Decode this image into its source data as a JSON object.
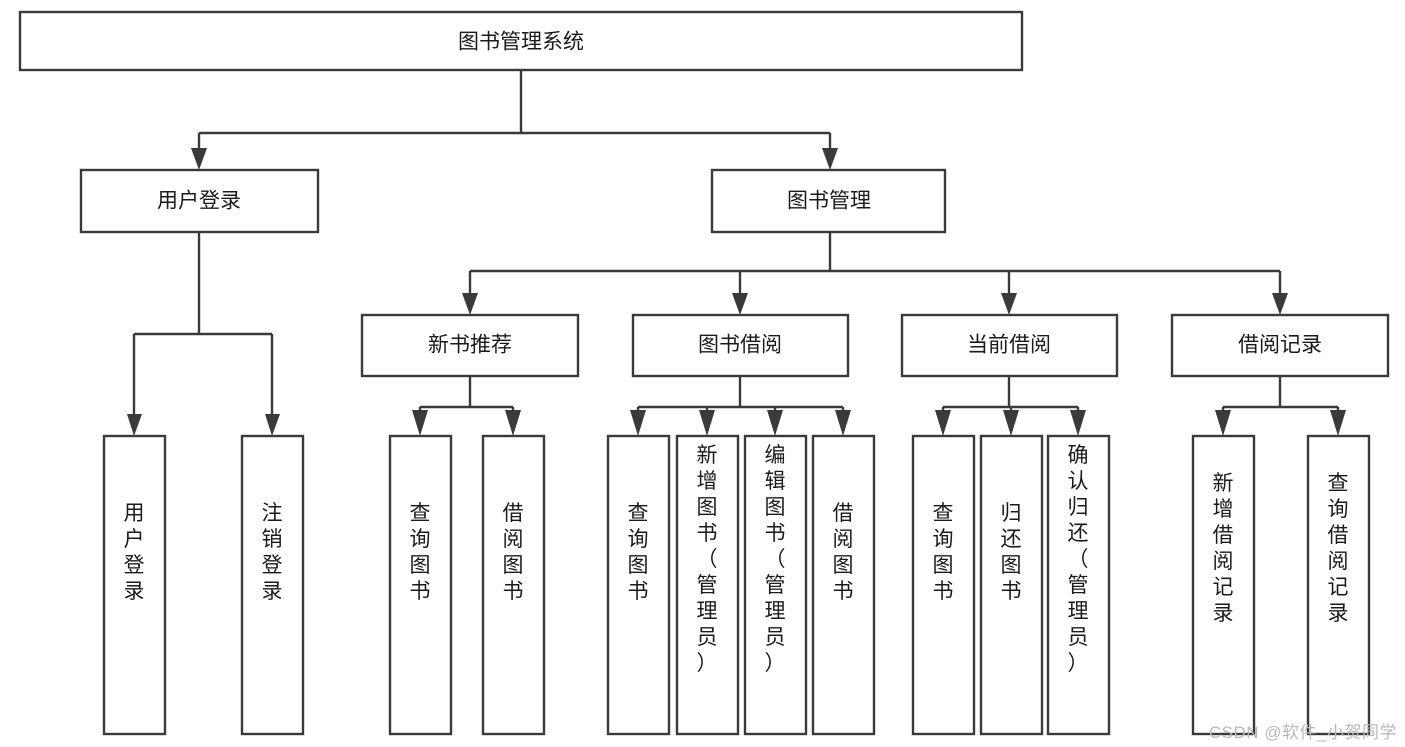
{
  "diagram": {
    "type": "tree",
    "title": "图书管理系统",
    "orientation": "top-down",
    "colors": {
      "stroke": "#3a3a3a",
      "fill": "#ffffff",
      "text": "#1b1b1b",
      "background": "#ffffff",
      "watermark": "#b9b9b9"
    },
    "root": {
      "id": "root",
      "label": "图书管理系统"
    },
    "level1": [
      {
        "id": "user-login",
        "label": "用户登录"
      },
      {
        "id": "book-management",
        "label": "图书管理"
      }
    ],
    "level2": [
      {
        "id": "new-book-recommend",
        "label": "新书推荐",
        "parent": "book-management"
      },
      {
        "id": "book-borrow",
        "label": "图书借阅",
        "parent": "book-management"
      },
      {
        "id": "current-borrow",
        "label": "当前借阅",
        "parent": "book-management"
      },
      {
        "id": "borrow-record",
        "label": "借阅记录",
        "parent": "book-management"
      }
    ],
    "leaves": [
      {
        "id": "leaf-user-login",
        "label": "用户登录",
        "parent": "user-login"
      },
      {
        "id": "leaf-logout-login",
        "label": "注销登录",
        "parent": "user-login"
      },
      {
        "id": "leaf-query-book-1",
        "label": "查询图书",
        "parent": "new-book-recommend"
      },
      {
        "id": "leaf-borrow-book-1",
        "label": "借阅图书",
        "parent": "new-book-recommend"
      },
      {
        "id": "leaf-query-book-2",
        "label": "查询图书",
        "parent": "book-borrow"
      },
      {
        "id": "leaf-add-book",
        "label": "新增图书（管理员）",
        "parent": "book-borrow"
      },
      {
        "id": "leaf-edit-book",
        "label": "编辑图书（管理员）",
        "parent": "book-borrow"
      },
      {
        "id": "leaf-borrow-book-2",
        "label": "借阅图书",
        "parent": "book-borrow"
      },
      {
        "id": "leaf-query-book-3",
        "label": "查询图书",
        "parent": "current-borrow"
      },
      {
        "id": "leaf-return-book",
        "label": "归还图书",
        "parent": "current-borrow"
      },
      {
        "id": "leaf-confirm-return",
        "label": "确认归还（管理员）",
        "parent": "current-borrow"
      },
      {
        "id": "leaf-add-record",
        "label": "新增借阅记录",
        "parent": "borrow-record"
      },
      {
        "id": "leaf-query-record",
        "label": "查询借阅记录",
        "parent": "borrow-record"
      }
    ]
  },
  "watermark": {
    "text": "CSDN @软件_小贺同学"
  }
}
